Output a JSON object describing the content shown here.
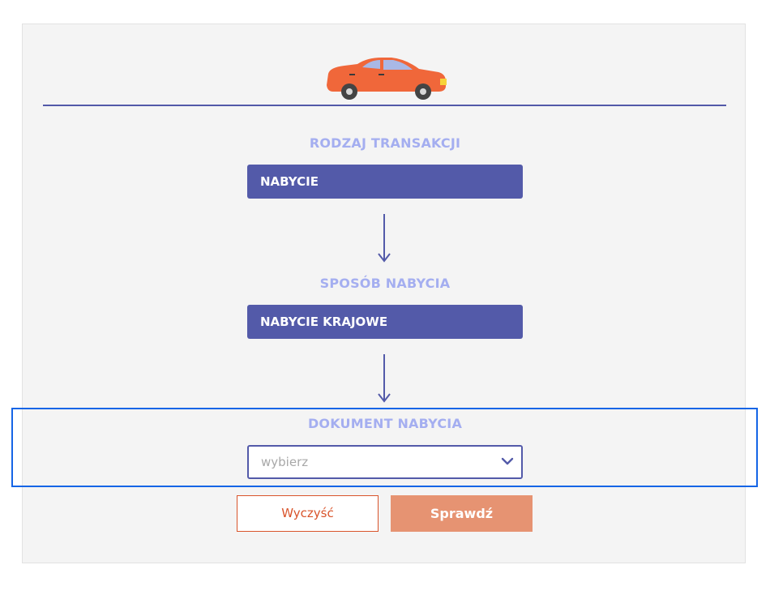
{
  "section_transaction": {
    "heading": "RODZAJ TRANSAKCJI",
    "selected": "NABYCIE"
  },
  "section_method": {
    "heading": "SPOSÓB NABYCIA",
    "selected": "NABYCIE KRAJOWE"
  },
  "section_document": {
    "heading": "DOKUMENT NABYCIA",
    "placeholder": "wybierz"
  },
  "buttons": {
    "clear": "Wyczyść",
    "check": "Sprawdź"
  },
  "icons": {
    "car": "car-icon",
    "arrow": "arrow-down-icon",
    "dropdown": "chevron-down-icon"
  },
  "colors": {
    "accent": "#535aa9",
    "heading": "#a4aef0",
    "car_body": "#f0673a",
    "clear_border": "#d9542b",
    "check_bg": "#e69372",
    "highlight": "#1565e6"
  }
}
